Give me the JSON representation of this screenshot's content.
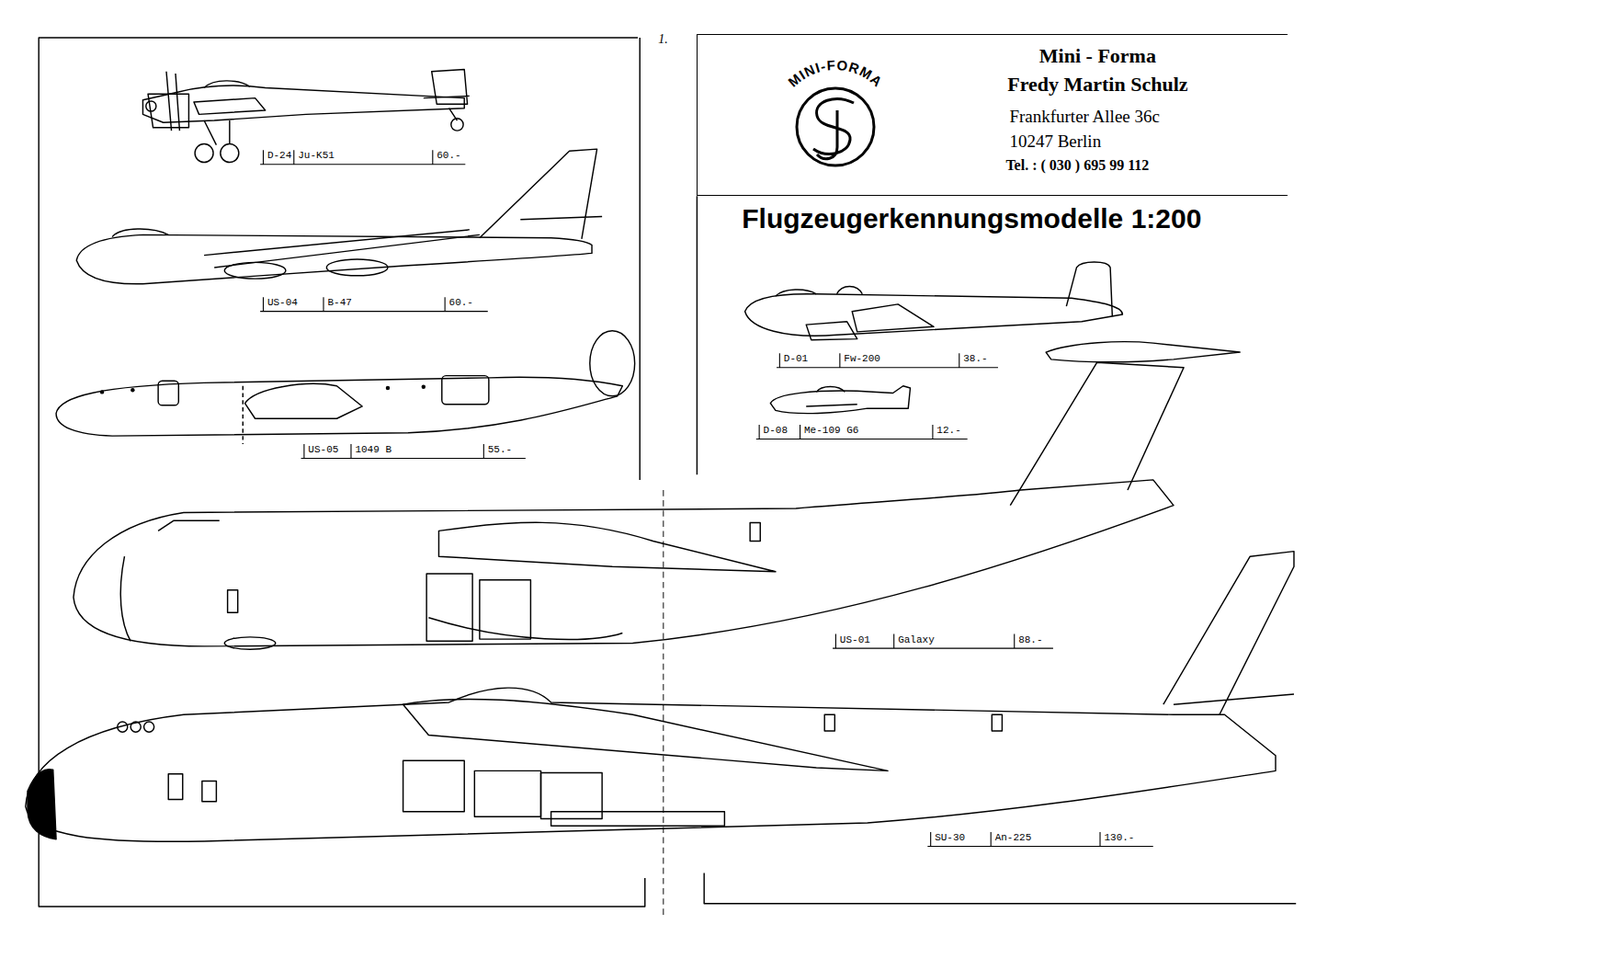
{
  "diagram": {
    "title": "Flugzeugerkennungsmodelle 1:200",
    "nodes": [
      {
        "text": [
          "MINI-FORMA",
          "Mini - Forma",
          "Fredy Martin Schulz",
          "Frankfurter Allee 36c",
          "10247 Berlin",
          "Tel. : ( 030 ) 695 99 112"
        ]
      }
    ],
    "labels": [
      "1.",
      "D-24",
      "Ju-K51",
      "60.-",
      "US-04",
      "B-47",
      "60.-",
      "US-05",
      "1049 B",
      "55.-",
      "D-01",
      "Fw-200",
      "38.-",
      "D-08",
      "Me-109 G6",
      "12.-",
      "US-01",
      "Galaxy",
      "88.-",
      "SU-30",
      "An-225",
      "130.-"
    ]
  }
}
